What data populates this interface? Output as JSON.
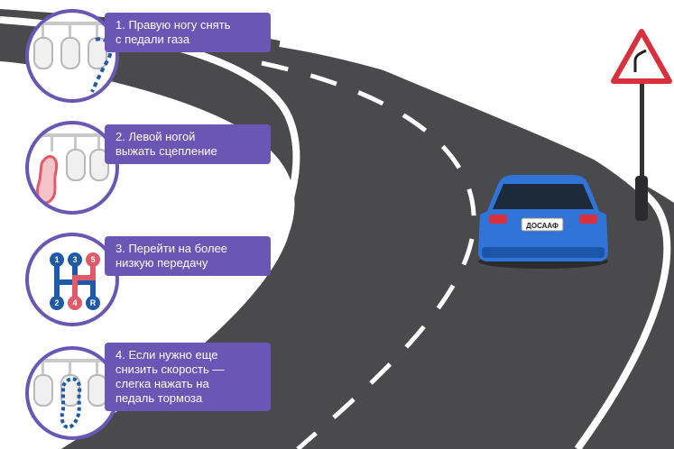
{
  "steps": [
    {
      "label": "1. Правую ногу снять\nс педали газа",
      "icon": "foot-release-gas-icon"
    },
    {
      "label": "2. Левой ногой\nвыжать сцепление",
      "icon": "foot-press-clutch-icon"
    },
    {
      "label": "3. Перейти на более\nнизкую передачу",
      "icon": "gear-shift-icon"
    },
    {
      "label": "4. Если нужно еще\nснизить скорость —\nслегка нажать на\nпедаль тормоза",
      "icon": "foot-press-brake-icon"
    }
  ],
  "gearbox": {
    "gears": [
      "1",
      "2",
      "3",
      "4",
      "5",
      "R"
    ]
  },
  "car": {
    "plate": "ДОСААФ",
    "color": "#2f74d6"
  },
  "sign": {
    "icon": "dangerous-curve-sign-icon"
  },
  "colors": {
    "accent": "#6a56b4",
    "road": "#4a4a4c",
    "highlight": "#e05a6a",
    "gearbox_blue": "#1f5aa8"
  }
}
